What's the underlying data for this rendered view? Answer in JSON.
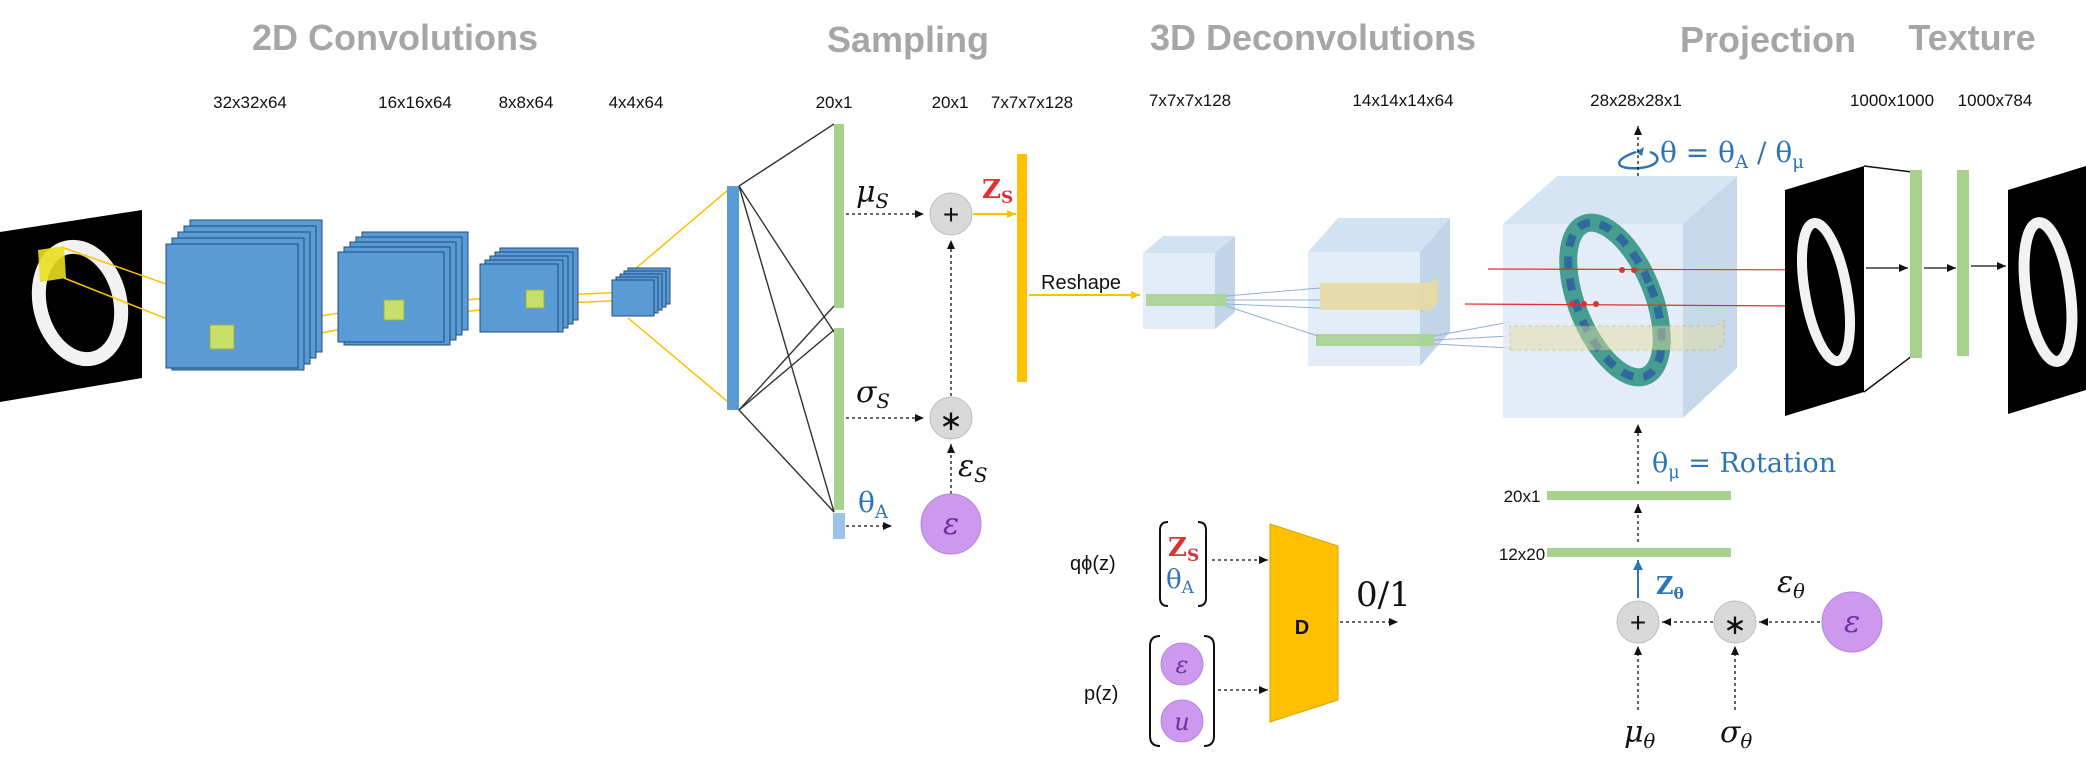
{
  "sections": {
    "conv": "2D Convolutions",
    "sampling": "Sampling",
    "deconv": "3D Deconvolutions",
    "projection": "Projection",
    "texture": "Texture"
  },
  "dims": {
    "c1": "32x32x64",
    "c2": "16x16x64",
    "c3": "8x8x64",
    "c4": "4x4x64",
    "s1": "20x1",
    "s2": "20x1",
    "s3": "7x7x7x128",
    "d1": "7x7x7x128",
    "d2": "14x14x14x64",
    "d3": "28x28x28x1",
    "p1": "1000x1000",
    "t1": "1000x784",
    "r20": "20x1",
    "r12": "12x20"
  },
  "labels": {
    "reshape": "Reshape",
    "mu": "μ",
    "sub_s": "S",
    "sigma": "σ",
    "theta_a": "θ",
    "sub_a": "A",
    "z": "Z",
    "eps": "ε",
    "upsilon": "u",
    "plus": "+",
    "star": "∗",
    "theta_eq": "θ = θ",
    "slash_theta": " / θ",
    "sub_mu": "μ",
    "rotation": "θ",
    "rotation_tail": " = Rotation",
    "z_theta": "Z",
    "sub_theta": "θ",
    "q": "qϕ(z)",
    "p": "p(z)",
    "d": "D",
    "out": "0/1"
  },
  "colors": {
    "conv_blue": "#5b9bd5",
    "green": "#a9d18e",
    "yellow": "#ffc000",
    "purple": "#cc99ee",
    "title_gray": "#a6a6a6",
    "accent_red": "#e03030",
    "accent_blue": "#2e75b6"
  }
}
